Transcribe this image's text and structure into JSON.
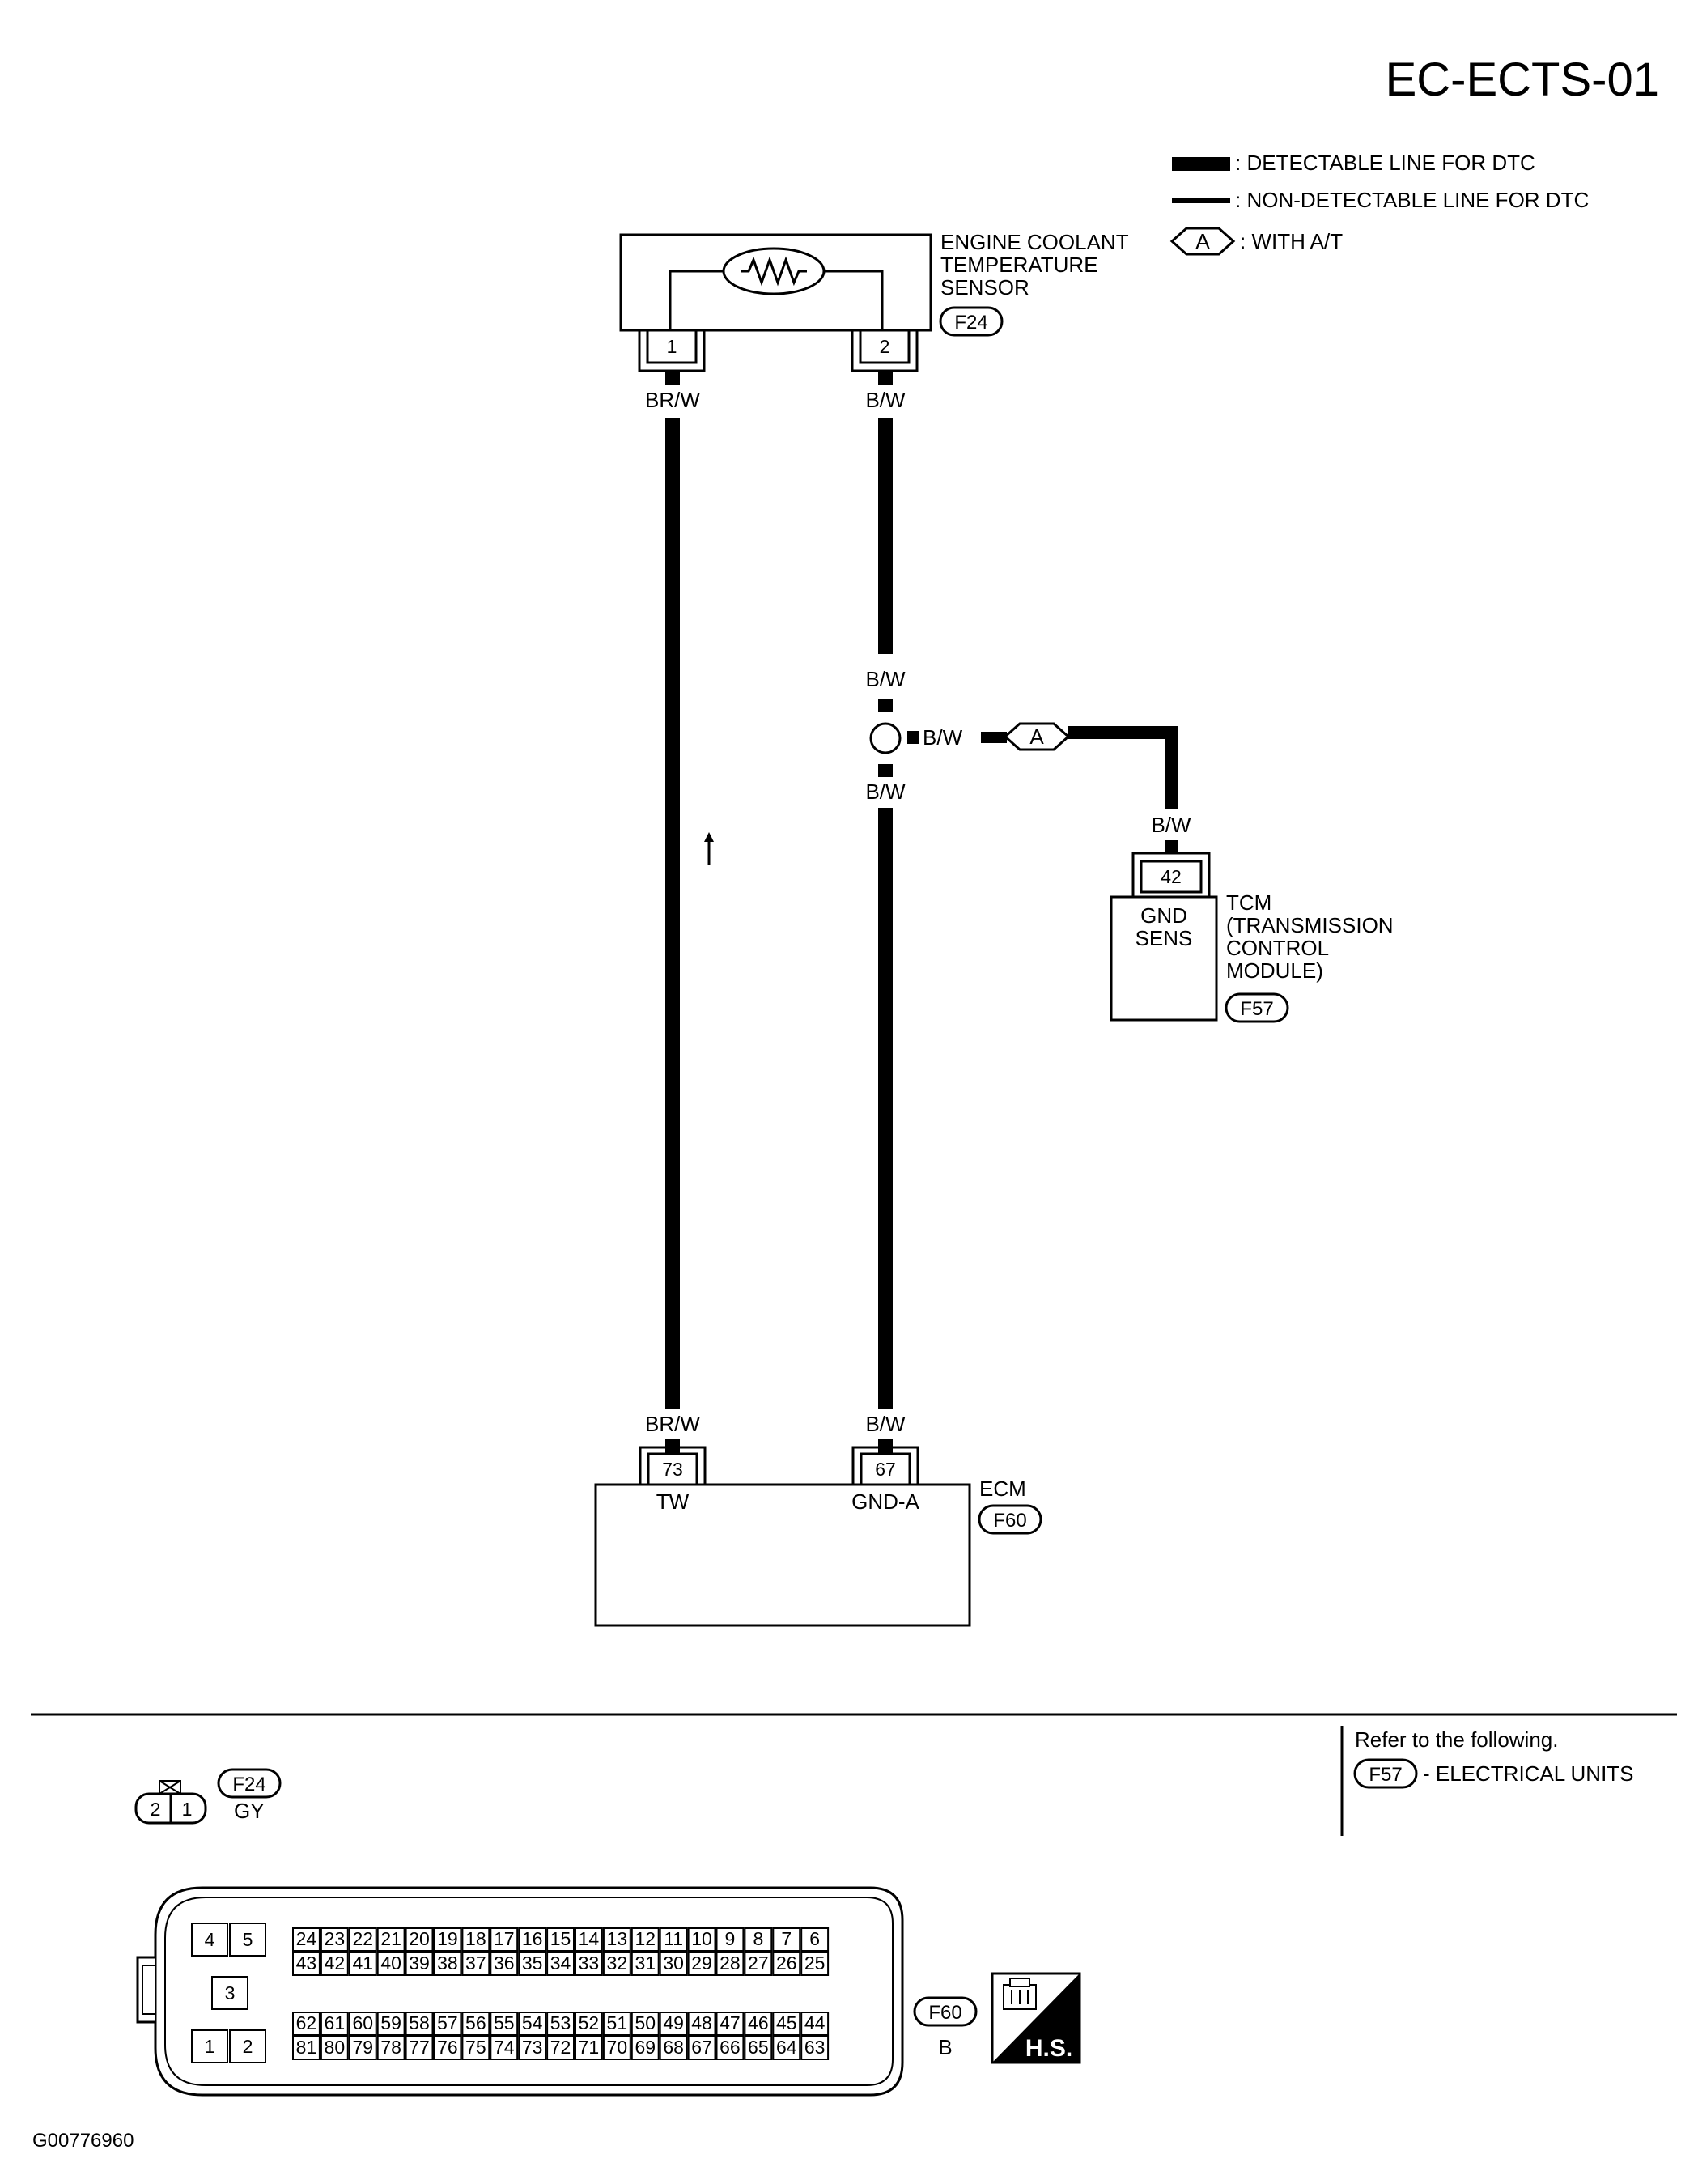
{
  "page_title": "EC-ECTS-01",
  "legend": {
    "detectable": ": DETECTABLE LINE FOR DTC",
    "non_detectable": ": NON-DETECTABLE LINE FOR DTC",
    "option_symbol": "A",
    "option_text": ": WITH A/T"
  },
  "sensor": {
    "name_line1": "ENGINE COOLANT",
    "name_line2": "TEMPERATURE",
    "name_line3": "SENSOR",
    "connector": "F24",
    "pin1": "1",
    "pin2": "2"
  },
  "wires": {
    "top_left": "BR/W",
    "top_right": "B/W",
    "mid_right_upper": "B/W",
    "branch": "B/W",
    "mid_right_lower": "B/W",
    "tcm_wire": "B/W",
    "bottom_left": "BR/W",
    "bottom_right": "B/W"
  },
  "tcm": {
    "pin": "42",
    "function_line1": "GND",
    "function_line2": "SENS",
    "name_line1": "TCM",
    "name_line2": "(TRANSMISSION",
    "name_line3": "CONTROL",
    "name_line4": "MODULE)",
    "connector": "F57"
  },
  "ecm": {
    "name": "ECM",
    "connector": "F60",
    "pin_tw": "73",
    "pin_gnd": "67",
    "func_tw": "TW",
    "func_gnd": "GND-A"
  },
  "refer": {
    "line1": "Refer to the following.",
    "connector": "F57",
    "text": "- ELECTRICAL UNITS"
  },
  "f24_face": {
    "connector": "F24",
    "color": "GY",
    "pins": [
      "2",
      "1"
    ]
  },
  "f60_face": {
    "connector": "F60",
    "color": "B",
    "left_pins_top": [
      "4",
      "5"
    ],
    "left_pin_mid": "3",
    "left_pins_bottom": [
      "1",
      "2"
    ],
    "group1_row1": [
      "24",
      "23",
      "22",
      "21",
      "20",
      "19",
      "18",
      "17",
      "16",
      "15",
      "14",
      "13",
      "12",
      "11",
      "10",
      "9",
      "8",
      "7",
      "6"
    ],
    "group1_row2": [
      "43",
      "42",
      "41",
      "40",
      "39",
      "38",
      "37",
      "36",
      "35",
      "34",
      "33",
      "32",
      "31",
      "30",
      "29",
      "28",
      "27",
      "26",
      "25"
    ],
    "group2_row1": [
      "62",
      "61",
      "60",
      "59",
      "58",
      "57",
      "56",
      "55",
      "54",
      "53",
      "52",
      "51",
      "50",
      "49",
      "48",
      "47",
      "46",
      "45",
      "44"
    ],
    "group2_row2": [
      "81",
      "80",
      "79",
      "78",
      "77",
      "76",
      "75",
      "74",
      "73",
      "72",
      "71",
      "70",
      "69",
      "68",
      "67",
      "66",
      "65",
      "64",
      "63"
    ]
  },
  "hs_badge": "H.S.",
  "footer_code": "G00776960"
}
